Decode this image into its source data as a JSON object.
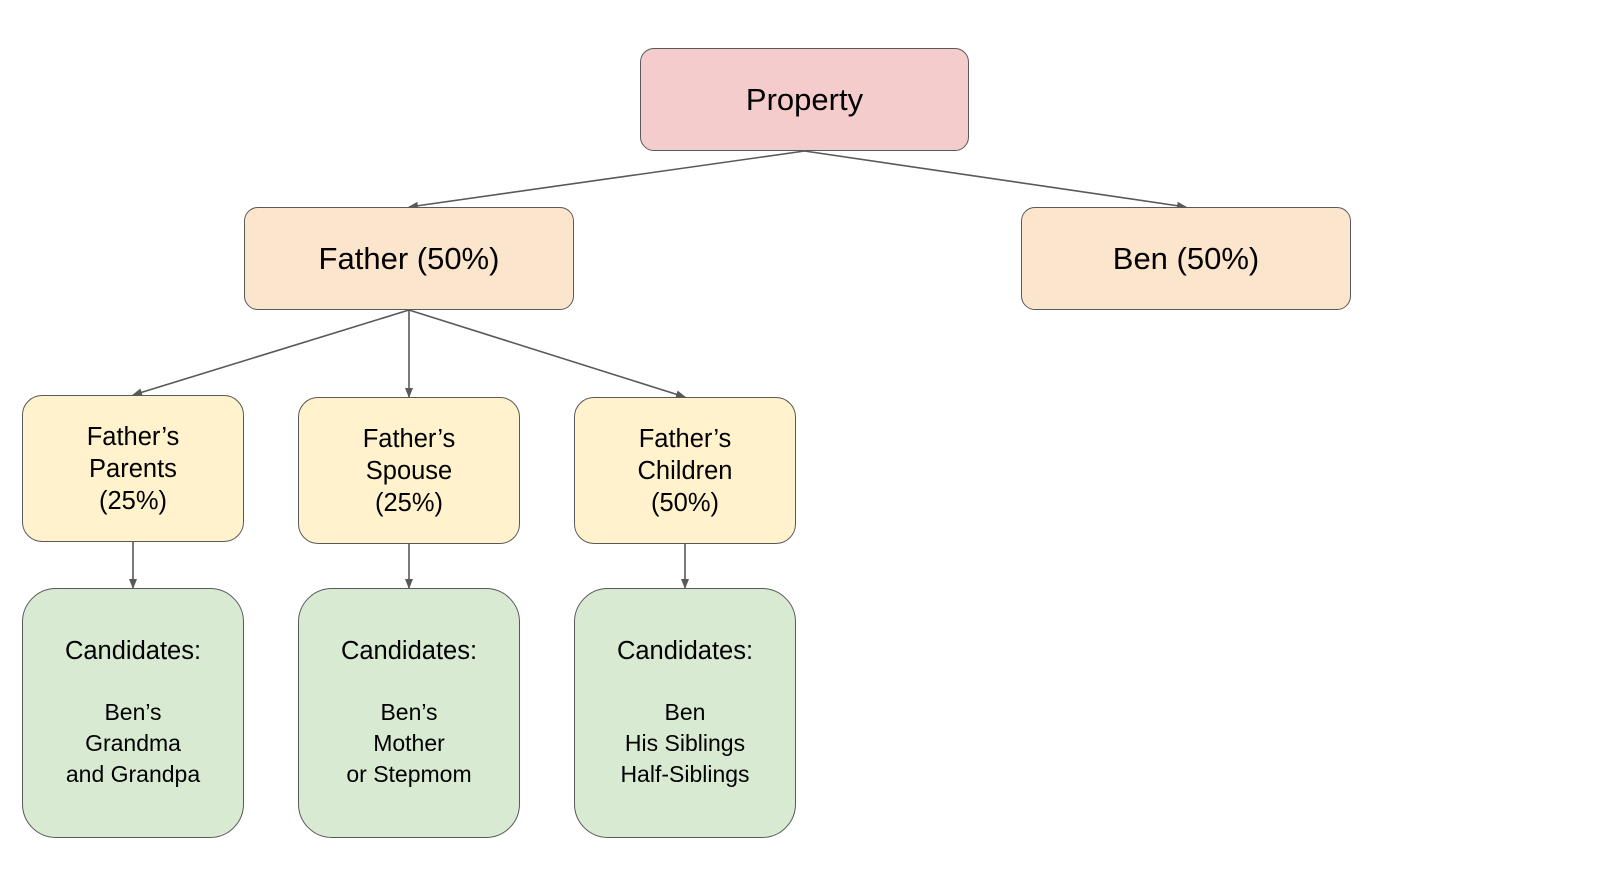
{
  "colors": {
    "root_fill": "#f4cccc",
    "level1_fill": "#fce5cd",
    "level2_fill": "#fff2cc",
    "candidates_fill": "#d9ead3",
    "border": "#595959",
    "arrow": "#595959"
  },
  "nodes": {
    "property": {
      "label": "Property"
    },
    "father": {
      "label": "Father (50%)"
    },
    "ben": {
      "label": "Ben (50%)"
    },
    "fathers_parents": {
      "lines": [
        "Father’s",
        "Parents",
        "(25%)"
      ]
    },
    "fathers_spouse": {
      "lines": [
        "Father’s",
        "Spouse",
        "(25%)"
      ]
    },
    "fathers_children": {
      "lines": [
        "Father’s",
        "Children",
        "(50%)"
      ]
    },
    "parents_candidates": {
      "heading": "Candidates:",
      "lines": [
        "Ben’s",
        "Grandma",
        "and Grandpa"
      ]
    },
    "spouse_candidates": {
      "heading": "Candidates:",
      "lines": [
        "Ben’s",
        "Mother",
        "or Stepmom"
      ]
    },
    "children_candidates": {
      "heading": "Candidates:",
      "lines": [
        "Ben",
        "His Siblings",
        "Half-Siblings"
      ]
    }
  },
  "edges": [
    {
      "from": "property",
      "to": "father"
    },
    {
      "from": "property",
      "to": "ben"
    },
    {
      "from": "father",
      "to": "fathers_parents"
    },
    {
      "from": "father",
      "to": "fathers_spouse"
    },
    {
      "from": "father",
      "to": "fathers_children"
    },
    {
      "from": "fathers_parents",
      "to": "parents_candidates"
    },
    {
      "from": "fathers_spouse",
      "to": "spouse_candidates"
    },
    {
      "from": "fathers_children",
      "to": "children_candidates"
    }
  ]
}
